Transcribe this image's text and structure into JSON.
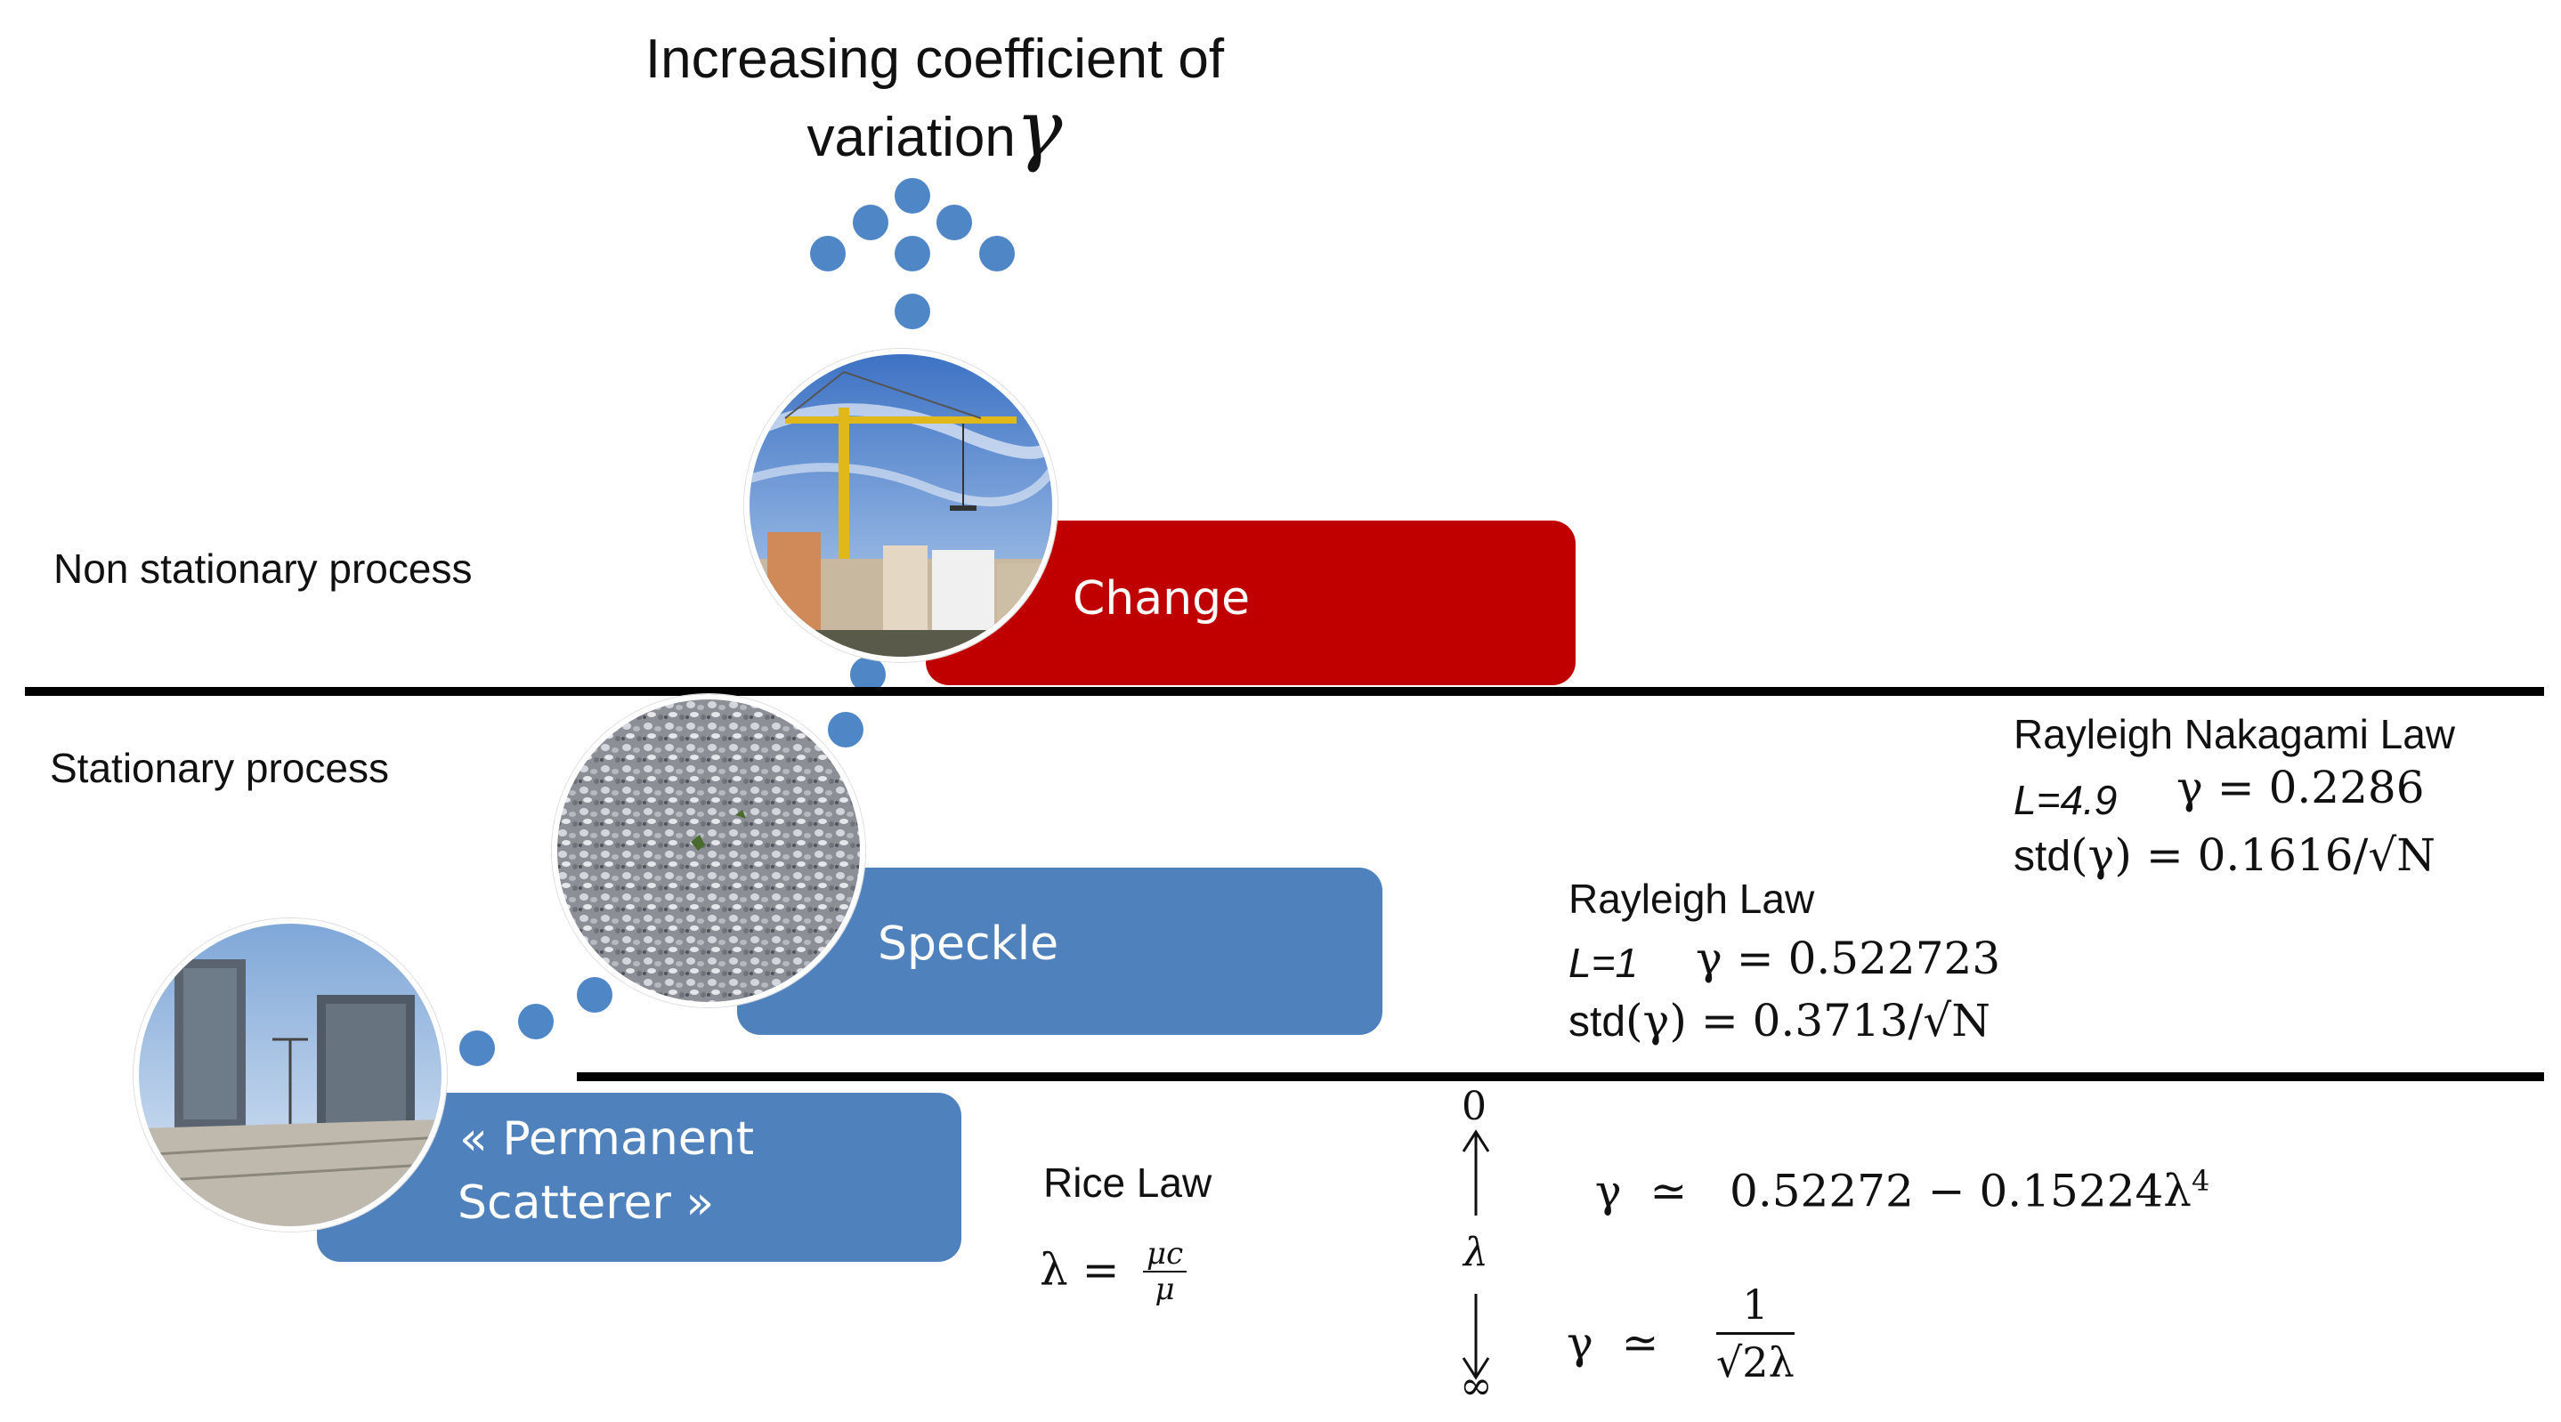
{
  "title": {
    "line1": "Increasing coefficient of",
    "line2": "variation",
    "symbol": "γ"
  },
  "regions": {
    "non_stationary": "Non stationary process",
    "stationary": "Stationary process"
  },
  "boxes": {
    "change": "Change",
    "speckle": "Speckle",
    "permanent_line1": "« Permanent",
    "permanent_line2": "Scatterer »"
  },
  "laws": {
    "rayleigh_nakagami": {
      "title": "Rayleigh Nakagami Law",
      "L": "L=4.9",
      "gamma": "γ = 0.2286",
      "std_prefix": "std",
      "std_expr": "(γ) = 0.1616/√N"
    },
    "rayleigh": {
      "title": "Rayleigh Law",
      "L": "L=1",
      "gamma": "γ = 0.522723",
      "std_prefix": "std",
      "std_expr": "(γ) = 0.3713/√N"
    },
    "rice": {
      "title": "Rice Law",
      "lambda_lhs": "λ =",
      "num": "μc",
      "den": "μ"
    }
  },
  "lambda_axis": {
    "top": "0",
    "mid": "λ",
    "bottom": "∞"
  },
  "approximations": {
    "small_lambda": "γ  ≃   0.52272 − 0.15224λ",
    "small_exp": "4",
    "large_lhs": "γ  ≃",
    "large_num": "1",
    "large_den": "√2λ"
  },
  "colors": {
    "blue_box": "#4f81bd",
    "red_box": "#c00000",
    "dots": "#4f86c6"
  }
}
